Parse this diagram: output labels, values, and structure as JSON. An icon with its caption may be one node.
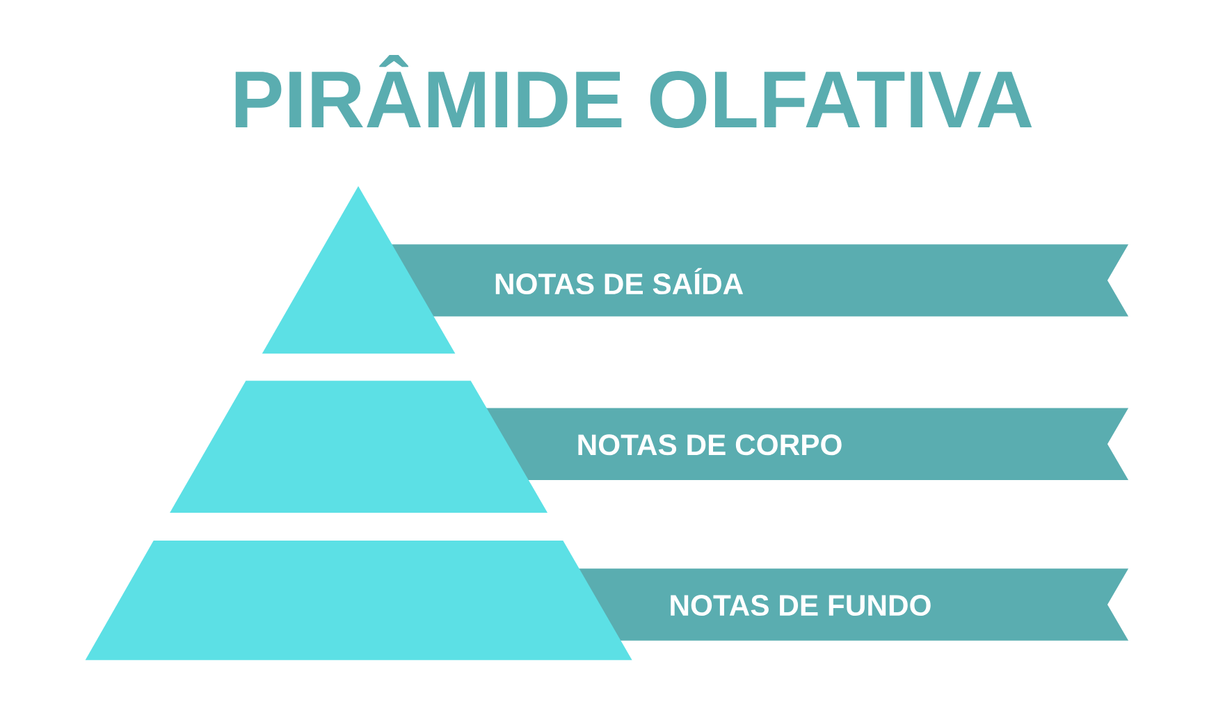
{
  "diagram": {
    "title": "PIRÂMIDE OLFATIVA",
    "nodes": [
      {
        "text": [
          "NOTAS DE SAÍDA"
        ]
      },
      {
        "text": [
          "NOTAS DE CORPO"
        ]
      },
      {
        "text": [
          "NOTAS DE FUNDO"
        ]
      }
    ]
  }
}
